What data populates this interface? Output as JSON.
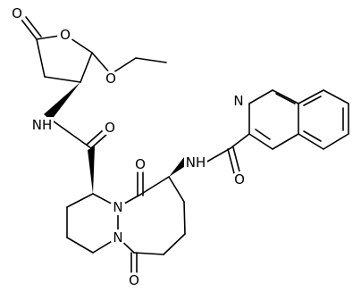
{
  "atoms": {
    "o_lactone_carbonyl": "O",
    "o_ring": "O",
    "o_ethoxy": "O",
    "nh_amide_left": "NH",
    "o_amide_left": "O",
    "o_ring_carbonyl_top": "O",
    "nh_amide_right": "NH",
    "n_isoquinoline": "N",
    "o_amide_right": "O",
    "n_ring_1": "N",
    "n_ring_2": "N",
    "o_ring_carbonyl_bottom": "O"
  }
}
